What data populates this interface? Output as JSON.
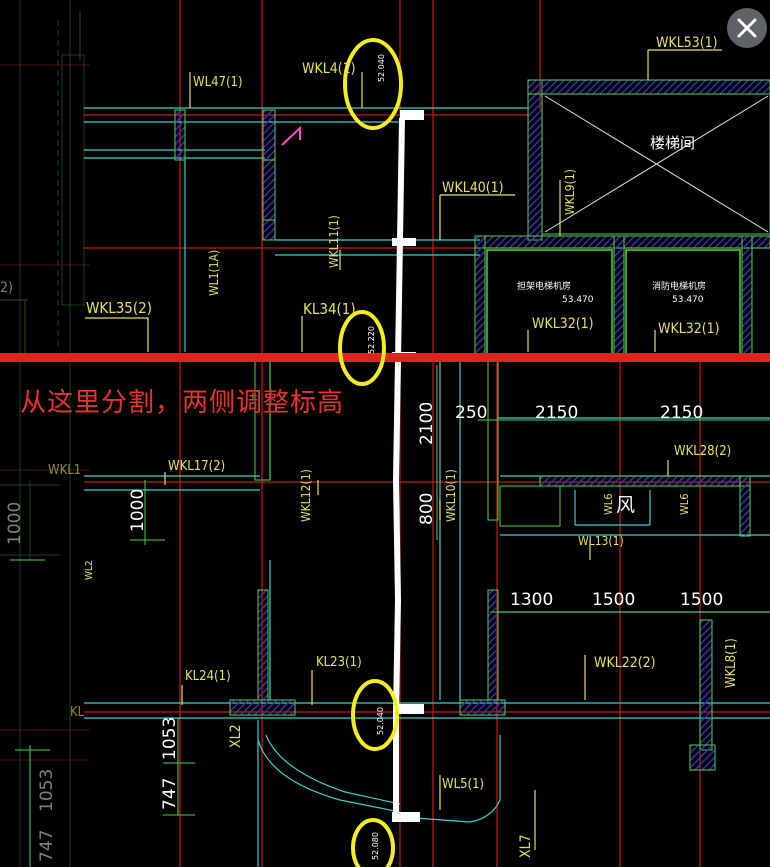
{
  "annotation": {
    "text": "从这里分割，两侧调整标高"
  },
  "close_icon": "close-icon",
  "colors": {
    "background": "#000000",
    "axis_line": "#e0231c",
    "wall": "#4fd24a",
    "beam": "#3ad0d0",
    "hatch": "#3a2ea8",
    "label": "#e8e05a",
    "marker": "#f4ee1c",
    "annotation": "#e8322c",
    "split_line": "#ffffff"
  },
  "labels": {
    "wkl53": "WKL53(1)",
    "wkl4": "WKL4(1)",
    "wl47": "WL47(1)",
    "stair_room": "楼梯间",
    "wkl40": "WKL40(1)",
    "wkl9": "WKL9(1)",
    "wkl11": "WKL11(1)",
    "wl1a": "WL1(1A)",
    "elev_room_1": "担架电梯机房",
    "elev_room_2": "消防电梯机房",
    "elev_1": "53.470",
    "elev_2": "53.470",
    "wkl32_a": "WKL32(1)",
    "wkl32_b": "WKL32(1)",
    "wkl35": "WKL35(2)",
    "kl34": "KL34(1)",
    "left_2": "2)",
    "wkl17": "WKL17(2)",
    "wkl1": "WKL1",
    "wkl12": "WKL12(1)",
    "wkl10": "WKL10(1)",
    "wkl28": "WKL28(2)",
    "wl6_a": "WL6",
    "wl6_b": "WL6",
    "feng": "风",
    "wl13": "WL13(1)",
    "kl24": "KL24(1)",
    "kl23": "KL23(1)",
    "wkl22": "WKL22(2)",
    "wkl8": "WKL8(1)",
    "xl2": "XL2",
    "wl5": "WL5(1)",
    "xl7": "XL7",
    "kl_left": "KL",
    "wl_left": "WL2"
  },
  "dimensions": {
    "d250": "250",
    "d2150_a": "2150",
    "d2150_b": "2150",
    "d2100": "2100",
    "d800": "800",
    "d1000_a": "1000",
    "d1000_b": "1000",
    "d1300": "1300",
    "d1500_a": "1500",
    "d1500_b": "1500",
    "d1053_a": "1053",
    "d747_a": "747",
    "d1053_b": "1053",
    "d747_b": "747"
  },
  "markers": [
    {
      "name": "elevation-marker-top",
      "value": "52.040"
    },
    {
      "name": "elevation-marker-kl34",
      "value": "52.220"
    },
    {
      "name": "elevation-marker-kl23",
      "value": "52.040"
    },
    {
      "name": "elevation-marker-bottom",
      "value": "52.080"
    }
  ]
}
